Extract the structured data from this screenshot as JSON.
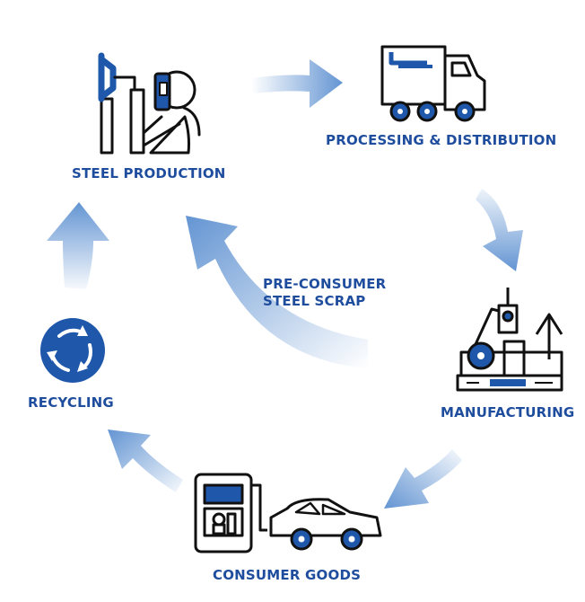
{
  "colors": {
    "accent": "#1f4d9e",
    "icon_blue": "#1f58aa",
    "arrow_blue": "#5b8fd0",
    "ink": "#111111"
  },
  "stages": {
    "steel_production": "STEEL PRODUCTION",
    "processing_distribution": "PROCESSING & DISTRIBUTION",
    "manufacturing": "MANUFACTURING",
    "consumer_goods": "CONSUMER GOODS",
    "recycling": "RECYCLING"
  },
  "pre_consumer": {
    "line1": "PRE-CONSUMER",
    "line2": "STEEL SCRAP"
  },
  "icons": [
    "welder-icon",
    "truck-icon",
    "factory-icon",
    "fuel-pump-and-car-icon",
    "recycle-icon"
  ]
}
